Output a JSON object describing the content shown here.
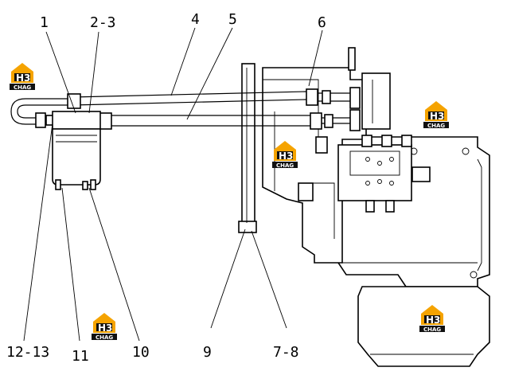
{
  "diagram": {
    "callouts": [
      {
        "id": "c1",
        "text": "1"
      },
      {
        "id": "c23",
        "text": "2-3"
      },
      {
        "id": "c4",
        "text": "4"
      },
      {
        "id": "c5",
        "text": "5"
      },
      {
        "id": "c6",
        "text": "6"
      },
      {
        "id": "c1213",
        "text": "12-13"
      },
      {
        "id": "c11",
        "text": "11"
      },
      {
        "id": "c10",
        "text": "10"
      },
      {
        "id": "c9",
        "text": "9"
      },
      {
        "id": "c78",
        "text": "7-8"
      }
    ],
    "watermark": {
      "letters": "H3",
      "brand": "CHAG",
      "colors": {
        "house": "#f5a300",
        "plate": "#111111",
        "text": "#ffffff"
      }
    }
  }
}
